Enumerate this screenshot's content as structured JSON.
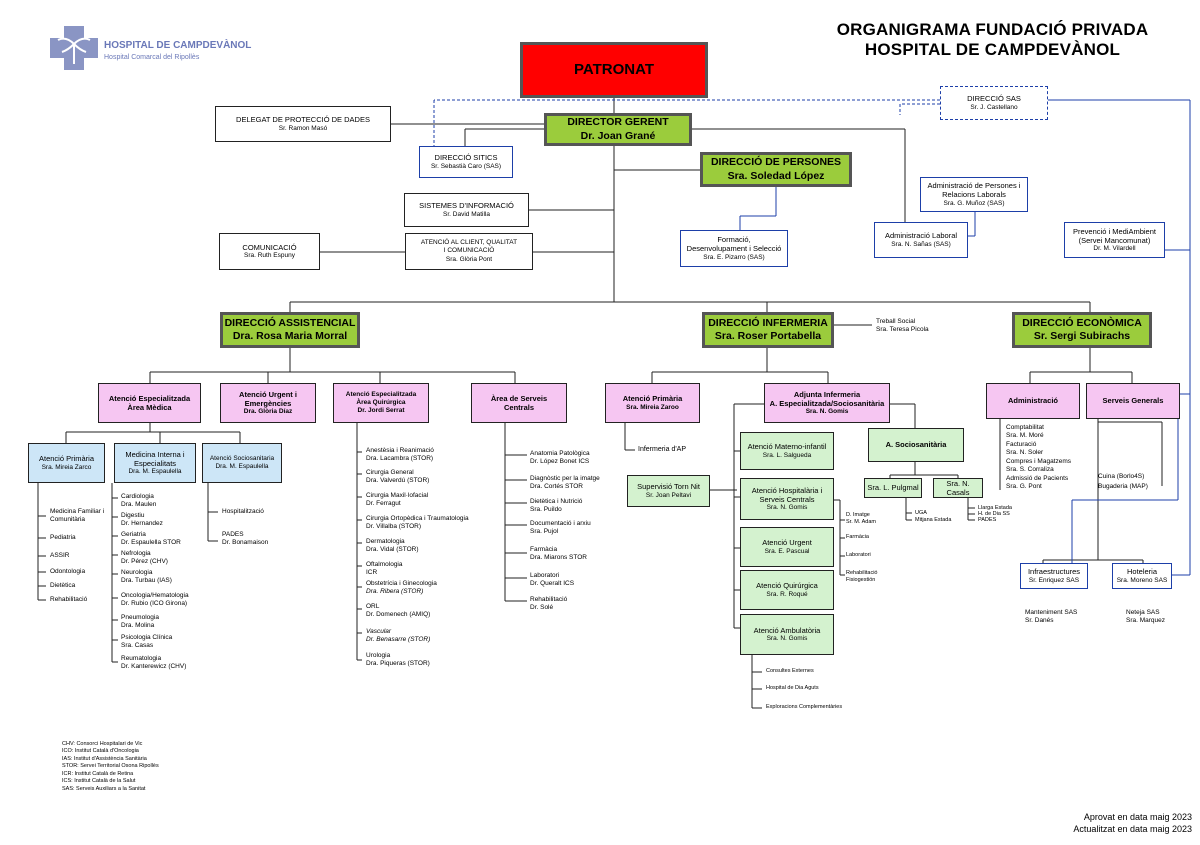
{
  "header": {
    "title_line1": "ORGANIGRAMA FUNDACIÓ PRIVADA",
    "title_line2": "HOSPITAL DE CAMPDEVÀNOL",
    "logo_name": "HOSPITAL DE CAMPDEVÀNOL",
    "logo_sub": "Hospital Comarcal del Ripollès"
  },
  "colors": {
    "patronat": "#ff0000",
    "direccio": "#9bcc3c",
    "pink": "#f6c6f2",
    "light_green": "#d4f2cf",
    "light_blue": "#cde6f7",
    "line_blue": "#1d3fa8"
  },
  "patronat": "PATRONAT",
  "director": {
    "title": "DIRECTOR GERENT",
    "name": "Dr. Joan Grané"
  },
  "delegat": {
    "title": "DELEGAT DE PROTECCIÓ DE DADES",
    "name": "Sr. Ramon Masó"
  },
  "direccio_sas": {
    "title": "DIRECCIÓ SAS",
    "name": "Sr. J. Castellano"
  },
  "sitics": {
    "title": "DIRECCIÓ SITICS",
    "name": "Sr. Sebastià Caro (SAS)"
  },
  "sistemes": {
    "title": "SISTEMES D'INFORMACIÓ",
    "name": "Sr. David Matilla"
  },
  "comunicacio": {
    "title": "COMUNICACIÓ",
    "name": "Sra. Ruth Espuny"
  },
  "atencio_client": {
    "title1": "ATENCIÓ AL CLIENT, QUALITAT",
    "title2": "I COMUNICACIÓ",
    "name": "Sra. Glòria Pont"
  },
  "persones": {
    "title": "DIRECCIÓ DE PERSONES",
    "name": "Sra. Soledad López"
  },
  "formacio": {
    "title1": "Formació,",
    "title2": "Desenvolupament i Selecció",
    "name": "Sra. E. Pizarro (SAS)"
  },
  "admin_persones": {
    "title1": "Administració de Persones i",
    "title2": "Relacions Laborals",
    "name": "Sra. G. Muñoz (SAS)"
  },
  "admin_laboral": {
    "title": "Administració Laboral",
    "name": "Sra. N. Sañas (SAS)"
  },
  "prevencio": {
    "title1": "Prevenció i MediAmbient",
    "title2": "(Servei Mancomunat)",
    "name": "Dr. M. Vilardell"
  },
  "assistencial": {
    "title": "DIRECCIÓ ASSISTENCIAL",
    "name": "Dra. Rosa Maria Morral"
  },
  "infermeria": {
    "title": "DIRECCIÓ INFERMERIA",
    "name": "Sra. Roser Portabella"
  },
  "economica": {
    "title": "DIRECCIÓ ECONÒMICA",
    "name": "Sr. Sergi Subirachs"
  },
  "treball_social": {
    "title": "Treball Social",
    "name": "Sra. Teresa Picola"
  },
  "atencio_especialitzada": {
    "title1": "Atenció Especialitzada",
    "title2": "Àrea Mèdica"
  },
  "urgent": {
    "title1": "Atenció Urgent i",
    "title2": "Emergències",
    "name": "Dra. Glòria Díaz"
  },
  "quirurgica": {
    "title1": "Atenció Especialitzada",
    "title2": "Àrea Quirúrgica",
    "name": "Dr. Jordi Serrat"
  },
  "serveis_centrals": {
    "title1": "Àrea de Serveis",
    "title2": "Centrals"
  },
  "primaria_inf": {
    "title": "Atenció Primària",
    "name": "Sra. Mireia Zaroo"
  },
  "adjunta": {
    "title1": "Adjunta Infermeria",
    "title2": "A. Especialitzada/Sociosanitària",
    "name": "Sra. N. Gomis"
  },
  "administracio": {
    "title": "Administració"
  },
  "serveis_generals": {
    "title": "Serveis Generals"
  },
  "primaria_med": {
    "title": "Atenció Primària",
    "name": "Sra. Mireia Zarco"
  },
  "medicina_interna": {
    "title1": "Medicina Interna i",
    "title2": "Especialitats",
    "name": "Dra. M. Espaulella"
  },
  "sociosanitaria_med": {
    "title": "Atenció Sociosanitaria",
    "name": "Dra. M. Espaulella"
  },
  "primaria_list": [
    "Medicina Familiar i Comunitària",
    "Pediatria",
    "ASSIR",
    "Odontologia",
    "Dietètica",
    "Rehabilitació"
  ],
  "medicina_list": [
    {
      "t": "Cardiologia",
      "n": "Dra. Maulen"
    },
    {
      "t": "Digestiu",
      "n": "Dr. Hernandez"
    },
    {
      "t": "Geriatria",
      "n": "Dr. Espaulella STOR"
    },
    {
      "t": "Nefrologia",
      "n": "Dr. Pérez  (CHV)"
    },
    {
      "t": "Neurologia",
      "n": "Dra. Turbau (IAS)"
    },
    {
      "t": "Oncologia/Hematologia",
      "n": "Dr. Rubio (ICO Girona)"
    },
    {
      "t": "Pneumologia",
      "n": "Dra. Molina"
    },
    {
      "t": "Psicologia Clínica",
      "n": "Sra. Casas"
    },
    {
      "t": "Reumatologia",
      "n": "Dr. Kanterewicz (CHV)"
    }
  ],
  "socio_list": [
    {
      "t": "Hospitalització",
      "n": ""
    },
    {
      "t": "PADES",
      "n": "Dr. Bonamaison"
    }
  ],
  "quirurgica_list": [
    {
      "t": "Anestèsia i Reanimació",
      "n": "Dra. Lacambra (STOR)"
    },
    {
      "t": "Cirurgia General",
      "n": "Dra. Valverdú (STOR)"
    },
    {
      "t": "Cirurgia Maxil·lofacial",
      "n": "Dr. Ferragut"
    },
    {
      "t": "Cirurgia Ortopèdica i Traumatologia",
      "n": "Dr. Villalba (STOR)"
    },
    {
      "t": "Dermatologia",
      "n": "Dra. Vidal (STOR)"
    },
    {
      "t": "Oftalmologia",
      "n": "ICR"
    },
    {
      "t": "Obstetrícia i Ginecologia",
      "n": "Dra. Ribera (STOR)"
    },
    {
      "t": "ORL",
      "n": "Dr. Domenech (AMIQ)"
    },
    {
      "t": "Vascular",
      "n": "Dr. Benasarre (STOR)"
    },
    {
      "t": "Urologia",
      "n": "Dra. Piqueras (STOR)"
    }
  ],
  "centrals_list": [
    {
      "t": "Anatomia Patològica",
      "n": "Dr. López Bonet ICS"
    },
    {
      "t": "Diagnòstic per la imatge",
      "n": "Dra. Cortés STOR"
    },
    {
      "t": "Dietètica i Nutrició",
      "n": "Sra. Puildo"
    },
    {
      "t": "Documentació i arxiu",
      "n": "Sra. Pujol"
    },
    {
      "t": "Farmàcia",
      "n": "Dra. Miarons  STOR"
    },
    {
      "t": "Laboratori",
      "n": "Dr. Queralt ICS"
    },
    {
      "t": "Rehabilitació",
      "n": "Dr. Solé"
    }
  ],
  "infermeria_ap": "Infermeria d'AP",
  "supervisio": {
    "title": "Supervisió Torn Nit",
    "name": "Sr. Joan Peltavi"
  },
  "materno": {
    "title": "Atenció Materno-infantil",
    "name": "Sra. L. Salgueda"
  },
  "hospitalaria": {
    "title1": "Atenció Hospitalària i",
    "title2": "Serveis Centrals",
    "name": "Sra. N. Gomis"
  },
  "urgent_inf": {
    "title": "Atenció Urgent",
    "name": "Sra. E. Pascual"
  },
  "quirurgica_inf": {
    "title": "Atenció Quirúrgica",
    "name": "Sra. R. Roqué"
  },
  "ambulatoria": {
    "title": "Atenció Ambulatòria",
    "name": "Sra. N. Gomis"
  },
  "hosp_list": [
    "D. Imatge",
    "Sr. M. Adam",
    "Farmàcia",
    "Laboratori",
    "Rehabilitació",
    "Fisiogestión"
  ],
  "ambul_list": [
    "Consultes Externes",
    "Hospital de Dia Aguts",
    "Exploracions Complementàries"
  ],
  "a_socio": {
    "title": "A. Sociosanitària"
  },
  "pulgmal": {
    "name": "Sra. L. Pulgmal"
  },
  "casals": {
    "name": "Sra. N. Casals"
  },
  "pulgmal_list": [
    "UGA",
    "Mitjana Estada"
  ],
  "casals_list": [
    "Llarga Estada",
    "H. de Dia SS",
    "PADES"
  ],
  "administracio_list": [
    "Comptabilitat",
    "Sra. M. Moré",
    "Facturació",
    "Sra. N. Soler",
    "Compres i Magatzems",
    "Sra. S. Corraliza",
    "Admissió de Pacients",
    "Sra. G. Pont"
  ],
  "generals_list": [
    "Cuina (Borlo4S)",
    "Bugaderia (MAP)"
  ],
  "infraestructures": {
    "title": "Infraestructures",
    "name": "Sr. Enriquez SAS"
  },
  "hoteleria": {
    "title": "Hoteleria",
    "name": "Sra. Moreno SAS"
  },
  "manteniment": {
    "title": "Manteniment SAS",
    "name": "Sr. Danés"
  },
  "neteja": {
    "title": "Neteja SAS",
    "name": "Sra. Marquez"
  },
  "legend": [
    "CHV: Consorci Hospitalari de Vic",
    "ICO: Institut Català d'Oncologia",
    "IAS: Institut d'Assistència Sanitària",
    "STOR: Servei Territorial Osona Ripollès",
    "ICR: Institut Català de Retina",
    "ICS: Institut Català de la Salut",
    "SAS: Serveis Auxiliars a la Sanitat"
  ],
  "footer": {
    "line1": "Aprovat en data maig 2023",
    "line2": "Actualitzat en data maig 2023"
  }
}
